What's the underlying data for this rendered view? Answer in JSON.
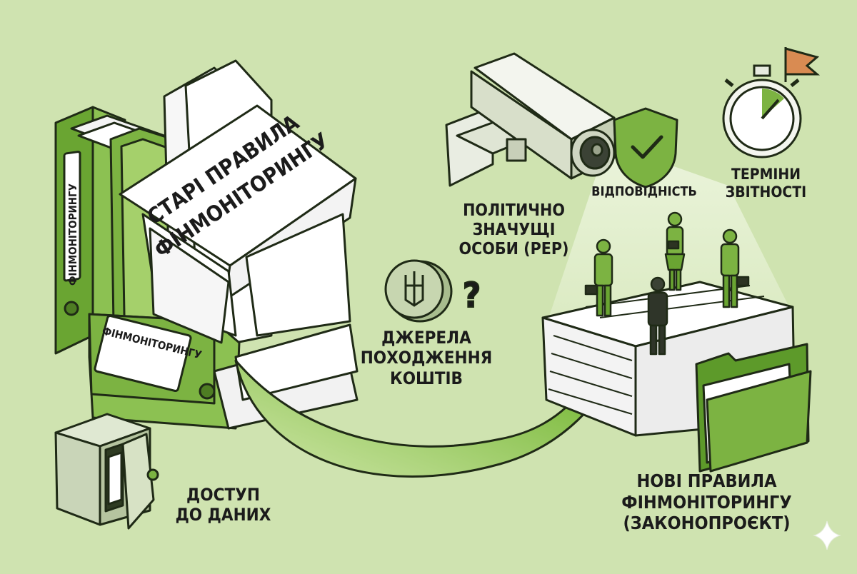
{
  "old_rules": {
    "line1": "СТАРІ ПРАВИЛА",
    "line2": "ФІНМОНІТОРИНГУ"
  },
  "binder_spine_label": "ФІНМОНІТОРИНГУ",
  "binder_bottom_label": "ФІНМОНІТОРИНГУ",
  "labels": {
    "pep": [
      "ПОЛІТИЧНО",
      "ЗНАЧУЩІ",
      "ОСОБИ (PEP)"
    ],
    "compliance": [
      "ВІДПОВІДНІСТЬ"
    ],
    "deadlines": [
      "ТЕРМІНИ",
      "ЗВІТНОСТІ"
    ],
    "funds_sources": [
      "ДЖЕРЕЛА",
      "ПОХОДЖЕННЯ",
      "КОШТІВ"
    ],
    "data_access": [
      "ДОСТУП",
      "ДО ДАНИХ"
    ],
    "new_rules": [
      "НОВІ ПРАВИЛА",
      "ФІНМОНІТОРИНГУ",
      "(ЗАКОНОПРОЄКТ)"
    ]
  },
  "colors": {
    "background": "#cfe3b0",
    "green": "#7cb342",
    "dark_green": "#4e7d23",
    "outline": "#1f2a16"
  },
  "icons": [
    "binder-icon",
    "document-stack-icon",
    "safe-icon",
    "cctv-camera-icon",
    "shield-check-icon",
    "stopwatch-icon",
    "flag-icon",
    "coin-trident-icon",
    "question-mark-icon",
    "businessperson-icon",
    "folder-icon",
    "curved-arrow-icon",
    "sparkle-icon"
  ]
}
